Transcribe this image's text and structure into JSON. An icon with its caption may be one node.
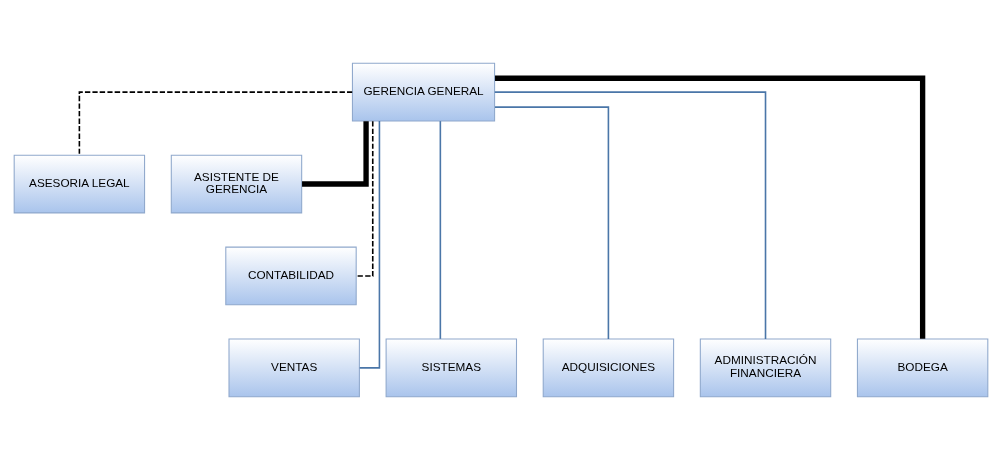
{
  "diagram": {
    "nodes": [
      {
        "text": [
          "GERENCIA GENERAL"
        ]
      },
      {
        "text": [
          "ASESORIA LEGAL"
        ]
      },
      {
        "text": [
          "ASISTENTE DE GERENCIA"
        ]
      },
      {
        "text": [
          "CONTABILIDAD"
        ]
      },
      {
        "text": [
          "VENTAS"
        ]
      },
      {
        "text": [
          "SISTEMAS"
        ]
      },
      {
        "text": [
          "ADQUISICIONES"
        ]
      },
      {
        "text": [
          "ADMINISTRACIÓN FINANCIERA"
        ]
      },
      {
        "text": [
          "BODEGA"
        ]
      }
    ],
    "edges": [
      {
        "from": 0,
        "to": 1,
        "arrow": "none",
        "style": "dashed"
      },
      {
        "from": 0,
        "to": 2,
        "arrow": "none",
        "style": "thick"
      },
      {
        "from": 0,
        "to": 3,
        "arrow": "none",
        "style": "dashed"
      },
      {
        "from": 0,
        "to": 4,
        "arrow": "none",
        "color": "#4a76a8"
      },
      {
        "from": 0,
        "to": 5,
        "arrow": "none",
        "color": "#4a76a8"
      },
      {
        "from": 0,
        "to": 6,
        "arrow": "none",
        "color": "#4a76a8"
      },
      {
        "from": 0,
        "to": 7,
        "arrow": "none",
        "color": "#4a76a8"
      },
      {
        "from": 0,
        "to": 8,
        "arrow": "none",
        "style": "thick"
      }
    ]
  }
}
